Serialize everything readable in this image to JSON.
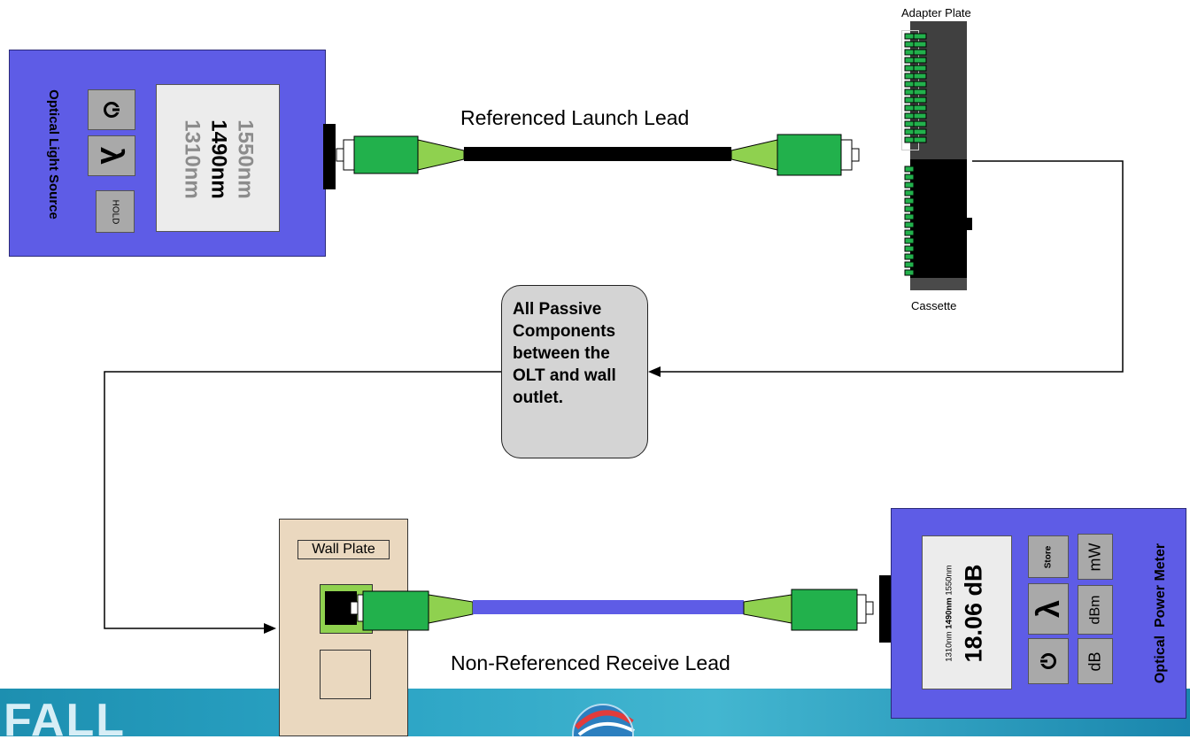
{
  "light_source": {
    "title": "Optical Light Source",
    "wavelengths": [
      "1310nm",
      "1490nm",
      "1550nm"
    ],
    "selected_wavelength": "1490nm",
    "power_icon": "power-icon",
    "lambda_symbol": "λ",
    "hold_label": "HOLD"
  },
  "launch_lead": {
    "label": "Referenced Launch Lead",
    "color": "#000000"
  },
  "adapter_plate": {
    "label": "Adapter Plate"
  },
  "cassette": {
    "label": "Cassette"
  },
  "passive_note": {
    "text": "All Passive Components between the OLT and wall outlet."
  },
  "wall_plate": {
    "label": "Wall Plate"
  },
  "receive_lead": {
    "label": "Non-Referenced Receive Lead",
    "color": "#5e5ce6"
  },
  "power_meter": {
    "title_word1": "Optical",
    "title_word2": "Power Meter",
    "wavelength_1310": "1310nm",
    "wavelength_1490": "1490nm",
    "wavelength_1550": "1550nm",
    "reading": "18.06 dB",
    "store_label": "Store",
    "lambda_symbol": "λ",
    "unit_mw": "mW",
    "unit_dbm": "dBm",
    "unit_db": "dB"
  },
  "footer": {
    "logo_text": "FALL"
  },
  "colors": {
    "device_blue": "#5e5ce6",
    "connector_green": "#22b14c",
    "boot_green": "#8fd14f",
    "wall_plate": "#ead8bf"
  }
}
